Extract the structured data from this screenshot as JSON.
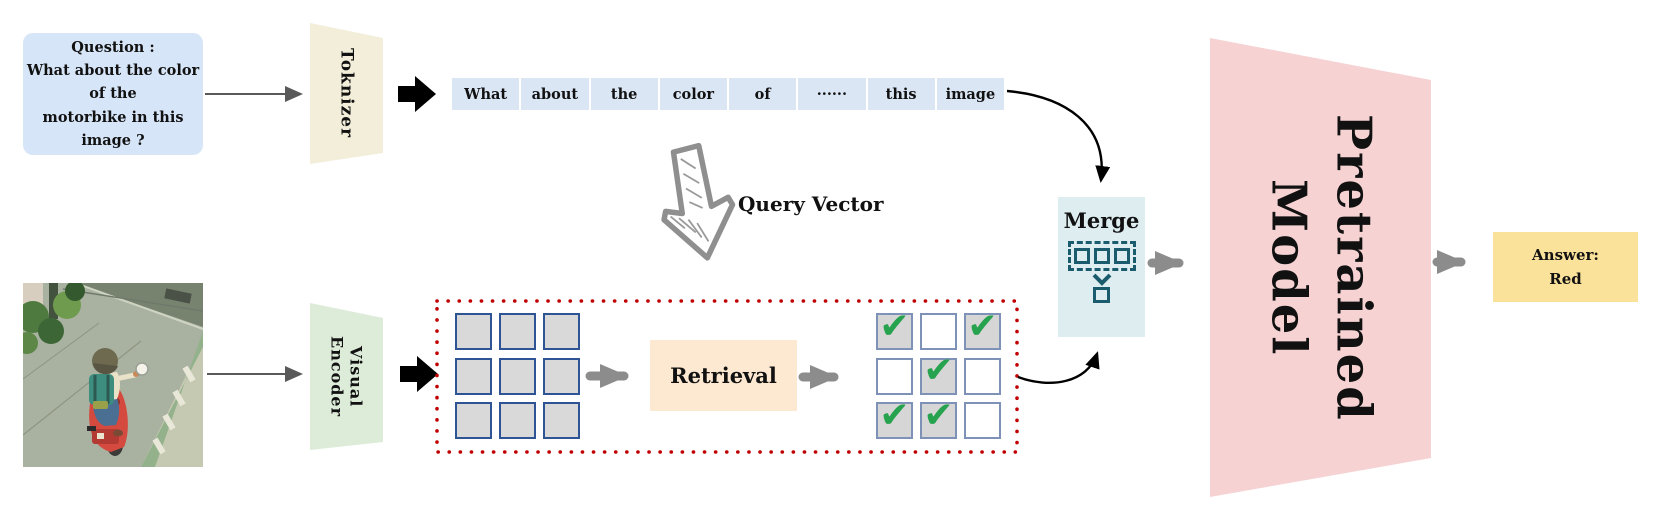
{
  "figure": {
    "question_box": {
      "lines": [
        "Question :",
        "What about the color",
        "of the",
        "motorbike in this",
        "image ?"
      ]
    },
    "tokenizer_label": "Toknizer",
    "tokens": [
      "What",
      "about",
      "the",
      "color",
      "of",
      "······",
      "this",
      "image"
    ],
    "query_vector_label": "Query Vector",
    "visual_encoder_label": {
      "lines": [
        "Visual",
        "Encoder"
      ]
    },
    "scene_image_alt": "person riding a red motorbike on a road",
    "patch_grid": {
      "rows": 3,
      "cols": 3
    },
    "retrieval_label": "Retrieval",
    "selection_grid": {
      "pattern": [
        [
          1,
          0,
          1
        ],
        [
          0,
          1,
          0
        ],
        [
          1,
          1,
          0
        ]
      ],
      "check_glyph": "✔"
    },
    "merge_label": "Merge",
    "pretrained_label": {
      "lines": [
        "Pretrained",
        "Model"
      ]
    },
    "answer_box": {
      "lines": [
        "Answer:",
        "Red"
      ]
    },
    "colors": {
      "question_box_bg": "#d7e5f8",
      "token_bg": "#dbe6f5",
      "tokenizer_fill": "#f2eeda",
      "visual_encoder_fill": "#ddecd9",
      "retrieval_bg": "#fde8d1",
      "merge_bg": "#ddedf0",
      "merge_icon": "#1a5b6d",
      "pretrained_fill": "#f6d2d3",
      "answer_bg": "#fbe29b",
      "patch_fill": "#d9d9d9",
      "patch_border": "#2f5496",
      "selection_border": "#7e91b6",
      "check_green": "#27a24e",
      "dotted_border_red": "#c00000",
      "arrow_gray": "#8c8c8c",
      "arrow_black": "#000000"
    }
  }
}
